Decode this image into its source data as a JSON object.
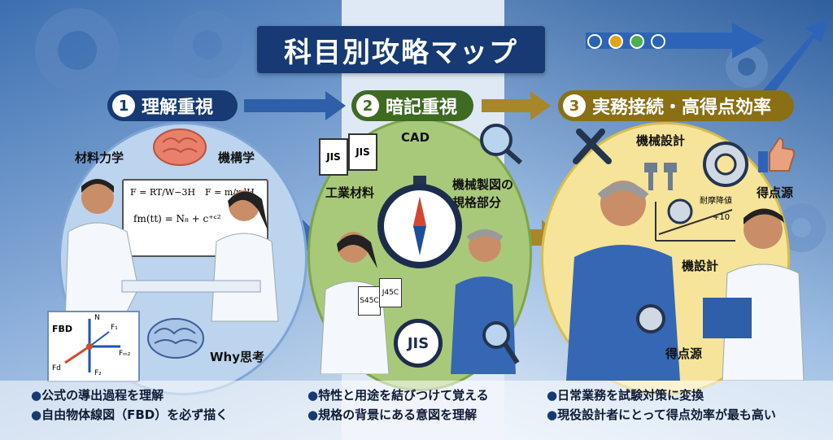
{
  "title": "科目別攻略マップ",
  "steps": [
    {
      "num": "1",
      "label": "理解重視"
    },
    {
      "num": "2",
      "label": "暗記重視"
    },
    {
      "num": "3",
      "label": "実務接続・高得点効率"
    }
  ],
  "section1": {
    "labels": [
      "材料力学",
      "機構学",
      "Why思考"
    ],
    "board_formulas": [
      "F = RT/W−3H",
      "F = m/x·lH",
      "fm(tt) = N₈ + c⁺ᶜ²"
    ],
    "fbd": {
      "title": "FBD",
      "n": "N",
      "f1": "F₁",
      "fm": "Fₘ₂",
      "fd": "Fd",
      "fz": "F₂"
    },
    "bullets": [
      "公式の導出過程を理解",
      "自由物体線図（FBD）を必ず描く"
    ]
  },
  "section2": {
    "labels": [
      "CAD",
      "工業材料",
      "機械製図の",
      "規格部分"
    ],
    "docs": [
      "JIS",
      "JIS"
    ],
    "cards": [
      "S45C",
      "J45C"
    ],
    "badge": "JIS",
    "bullets": [
      "特性と用途を結びつけて覚える",
      "規格の背景にある意図を理解"
    ]
  },
  "section3": {
    "labels": [
      "機械設計",
      "得点源",
      "機設計",
      "得点源"
    ],
    "chart_labels": [
      "耐摩降値",
      "+10"
    ],
    "bullets": [
      "日常業務を試験対策に変換",
      "現役設計者にとって得点効率が最も高い"
    ]
  },
  "colors": {
    "navy": "#173a74",
    "green": "#3e6a22",
    "gold": "#8a6f14"
  }
}
